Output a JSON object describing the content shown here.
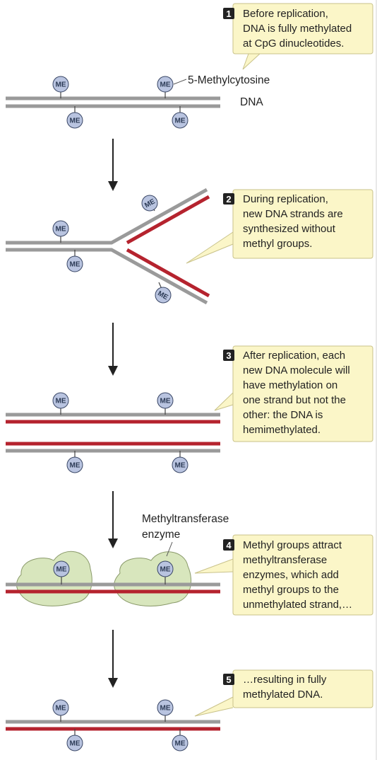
{
  "labels": {
    "methylcytosine": "5-Methylcytosine",
    "dna": "DNA",
    "methyltransferase_line1": "Methyltransferase",
    "methyltransferase_line2": "enzyme",
    "me": "ME"
  },
  "steps": [
    {
      "number": "1",
      "lines": [
        "Before replication,",
        "DNA is fully methylated",
        "at CpG dinucleotides."
      ]
    },
    {
      "number": "2",
      "lines": [
        "During replication,",
        "new DNA strands are",
        "synthesized without",
        "methyl groups."
      ]
    },
    {
      "number": "3",
      "lines": [
        "After replication, each",
        "new DNA molecule will",
        "have methylation on",
        "one strand but not the",
        "other: the DNA is",
        "hemimethylated."
      ]
    },
    {
      "number": "4",
      "lines": [
        "Methyl groups attract",
        "methyltransferase",
        "enzymes, which add",
        "methyl groups to the",
        "unmethylated strand,…"
      ]
    },
    {
      "number": "5",
      "lines": [
        "…resulting in fully",
        "methylated DNA."
      ]
    }
  ],
  "colors": {
    "parent_strand": "#9a9a9a",
    "new_strand": "#b5232e",
    "me_fill": "#b9c4e0",
    "me_stroke": "#3a4766",
    "callout_fill": "#fbf6c8",
    "callout_stroke": "#c9c28a",
    "enzyme_fill": "#d8e6bd",
    "enzyme_stroke": "#8a9a6a",
    "number_badge": "#222222"
  }
}
